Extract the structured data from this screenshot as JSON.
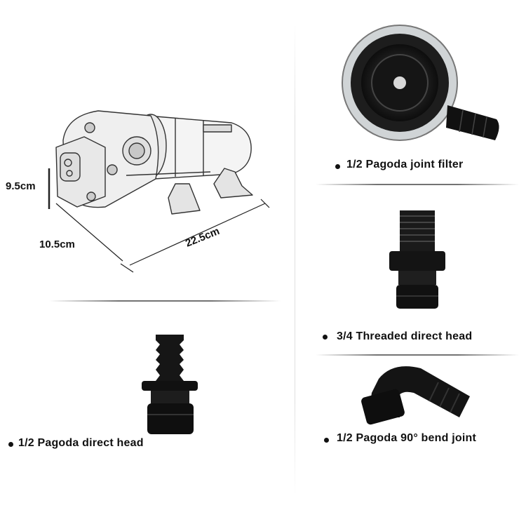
{
  "pump": {
    "height_label": "9.5cm",
    "depth_label": "10.5cm",
    "length_label": "22.5cm"
  },
  "parts": {
    "filter_label": "1/2 Pagoda joint filter",
    "threaded_label": "3/4 Threaded direct head",
    "pagoda_direct_label": "1/2 Pagoda direct head",
    "bend_label": "1/2 Pagoda 90° bend joint"
  },
  "colors": {
    "part_black": "#111111",
    "background": "#ffffff"
  }
}
